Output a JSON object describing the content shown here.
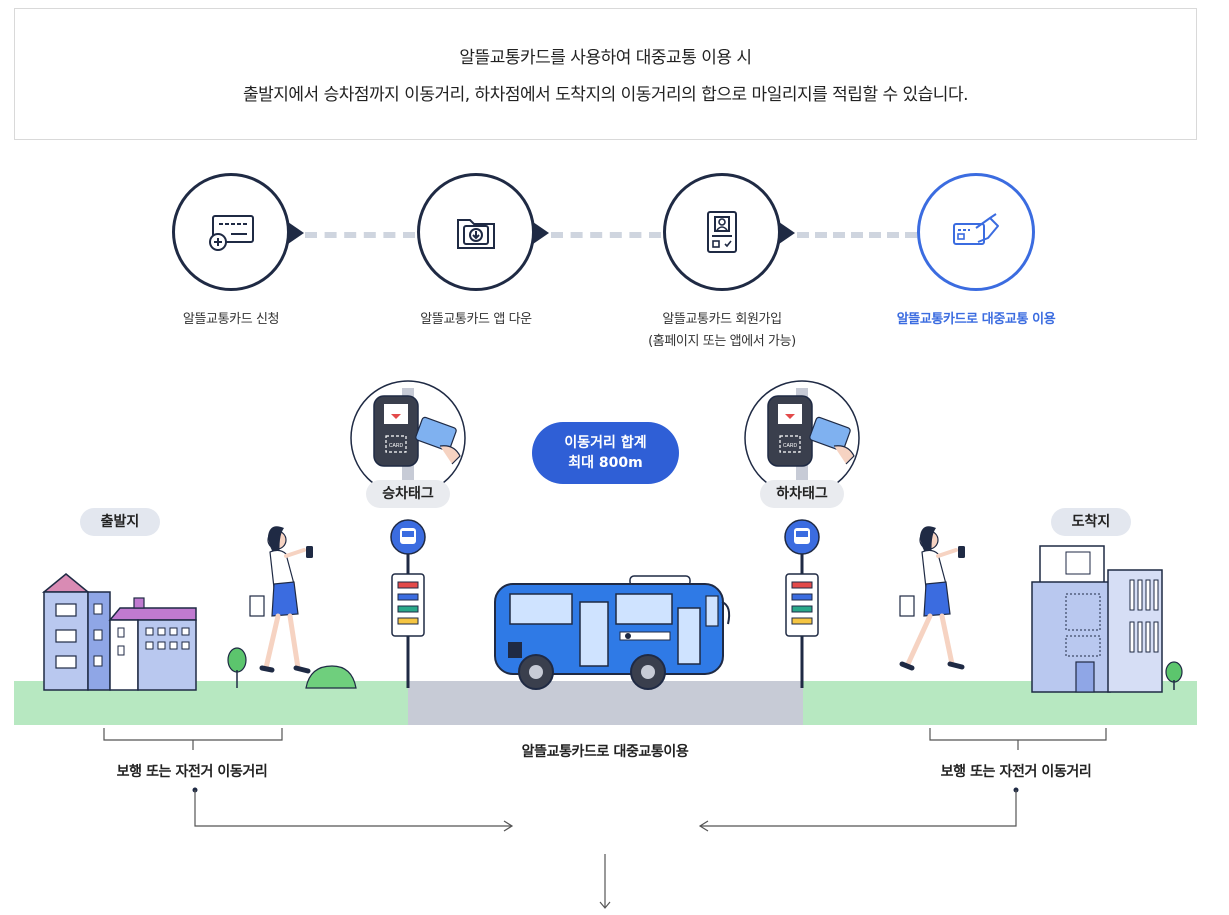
{
  "intro": {
    "line1": "알뜰교통카드를 사용하여 대중교통 이용 시",
    "line2": "출발지에서 승차점까지 이동거리, 하차점에서 도착지의 이동거리의 합으로 마일리지를 적립할 수 있습니다."
  },
  "steps": [
    {
      "label": "알뜰교통카드 신청",
      "icon": "card-plus-icon"
    },
    {
      "label": "알뜰교통카드 앱 다운",
      "icon": "folder-download-icon"
    },
    {
      "label": "알뜰교통카드 회원가입",
      "sub": "(홈페이지 또는 앱에서 가능)",
      "icon": "member-document-icon"
    },
    {
      "label": "알뜰교통카드로 대중교통 이용",
      "icon": "card-hand-icon"
    }
  ],
  "scene": {
    "origin": "출발지",
    "destination": "도착지",
    "board_tag": "승차태그",
    "alight_tag": "하차태그",
    "card_text": "CARD",
    "walk_left": "보행 또는 자전거 이동거리",
    "walk_right": "보행 또는 자전거 이동거리",
    "transit": "알뜰교통카드로 대중교통이용",
    "total_line1": "이동거리 합계",
    "total_line2": "최대 800m"
  },
  "colors": {
    "accent": "#3b6ce0",
    "dark": "#1f2a44",
    "grass": "#b7e8c1",
    "road": "#c7cbd6",
    "bus": "#2f7ae6",
    "badge": "#2f5fd6"
  }
}
